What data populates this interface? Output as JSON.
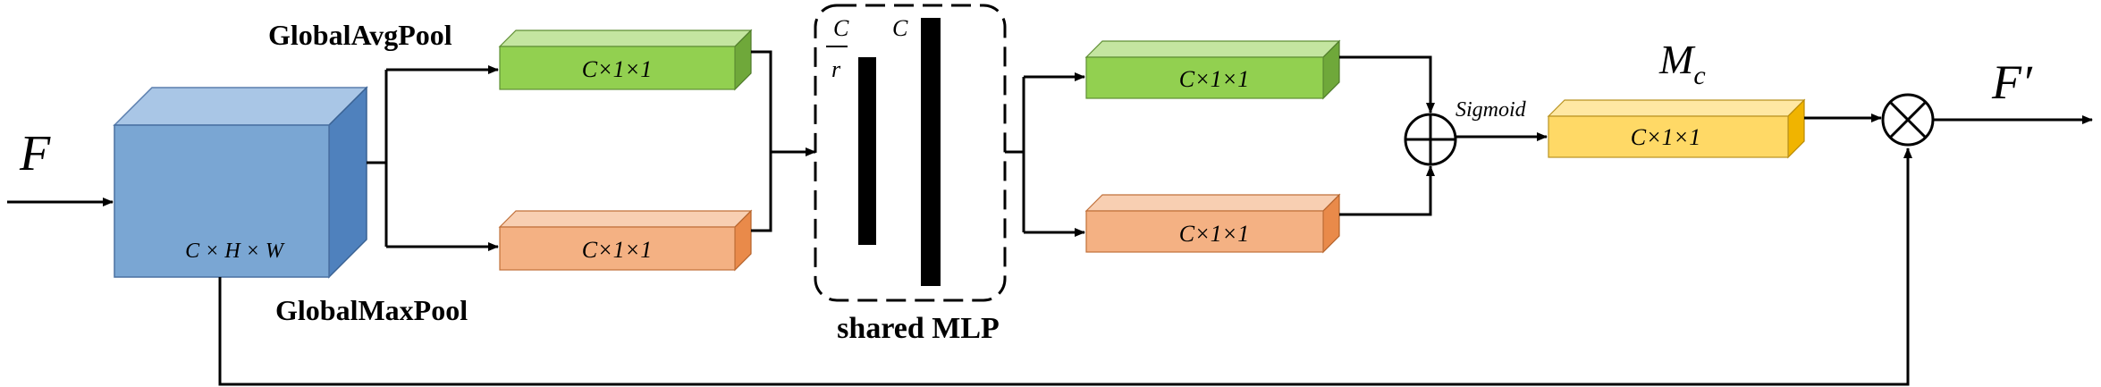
{
  "input_label": "F",
  "output_label": "F′",
  "input_volume_label": "C × H × W",
  "avgpool_label": "GlobalAvgPool",
  "maxpool_label": "GlobalMaxPool",
  "avg_feature_label": "C×1×1",
  "max_feature_label": "C×1×1",
  "mlp": {
    "label": "shared MLP",
    "hidden_numerator": "C",
    "hidden_denominator": "r",
    "output_size": "C"
  },
  "mlp_avg_out_label": "C×1×1",
  "mlp_max_out_label": "C×1×1",
  "activation_label": "Sigmoid",
  "attention": {
    "symbol": "M",
    "subscript": "c",
    "feature_label": "C×1×1"
  },
  "colors": {
    "input_front": "#7aa6d3",
    "input_top": "#a9c6e6",
    "input_side": "#4f81bd",
    "green_front": "#92d050",
    "green_top": "#c4e5a0",
    "green_side": "#6fa83a",
    "orange_front": "#f4b183",
    "orange_top": "#f8cfb2",
    "orange_side": "#e98a4a",
    "yellow_front": "#ffd966",
    "yellow_top": "#ffe8a3",
    "yellow_side": "#f0b400",
    "line": "#000000"
  }
}
